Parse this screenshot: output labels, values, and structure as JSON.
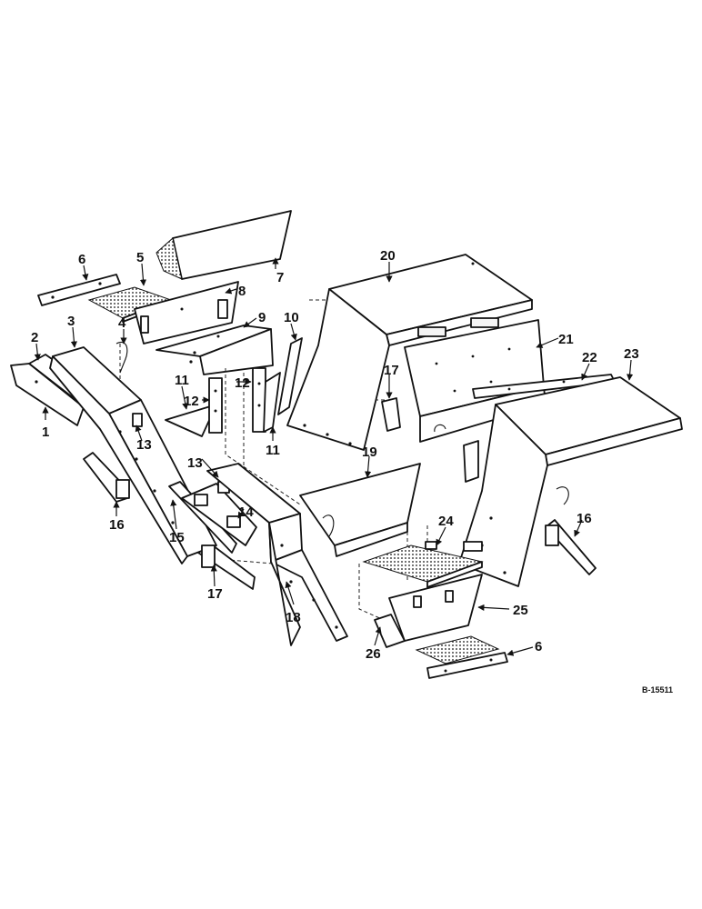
{
  "reference_number": "B-15511",
  "callouts": [
    {
      "label": "1"
    },
    {
      "label": "2"
    },
    {
      "label": "3"
    },
    {
      "label": "4"
    },
    {
      "label": "5"
    },
    {
      "label": "6"
    },
    {
      "label": "7"
    },
    {
      "label": "8"
    },
    {
      "label": "9"
    },
    {
      "label": "10"
    },
    {
      "label": "11"
    },
    {
      "label": "11"
    },
    {
      "label": "12"
    },
    {
      "label": "12"
    },
    {
      "label": "13"
    },
    {
      "label": "13"
    },
    {
      "label": "14"
    },
    {
      "label": "15"
    },
    {
      "label": "16"
    },
    {
      "label": "16"
    },
    {
      "label": "17"
    },
    {
      "label": "17"
    },
    {
      "label": "18"
    },
    {
      "label": "19"
    },
    {
      "label": "20"
    },
    {
      "label": "21"
    },
    {
      "label": "22"
    },
    {
      "label": "23"
    },
    {
      "label": "24"
    },
    {
      "label": "25"
    },
    {
      "label": "26"
    },
    {
      "label": "6"
    }
  ]
}
